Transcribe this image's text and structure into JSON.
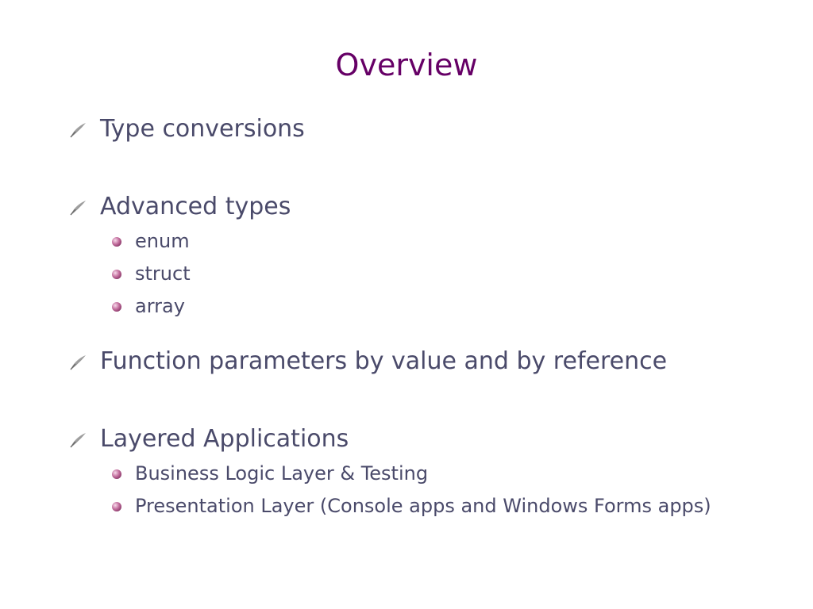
{
  "slide": {
    "title": "Overview",
    "colors": {
      "title": "#660066",
      "body_text": "#4a4a6a",
      "sub_bullet": "#c06a9a"
    },
    "bullets": [
      {
        "text": "Type conversions",
        "icon": "quill-bullet-icon",
        "subitems": []
      },
      {
        "text": "Advanced types",
        "icon": "quill-bullet-icon",
        "subitems": [
          "enum",
          "struct",
          "array"
        ]
      },
      {
        "text": "Function parameters by value and by reference",
        "icon": "quill-bullet-icon",
        "subitems": []
      },
      {
        "text": "Layered Applications",
        "icon": "quill-bullet-icon",
        "subitems": [
          "Business Logic Layer & Testing",
          "Presentation Layer (Console apps and Windows Forms apps)"
        ]
      }
    ]
  }
}
